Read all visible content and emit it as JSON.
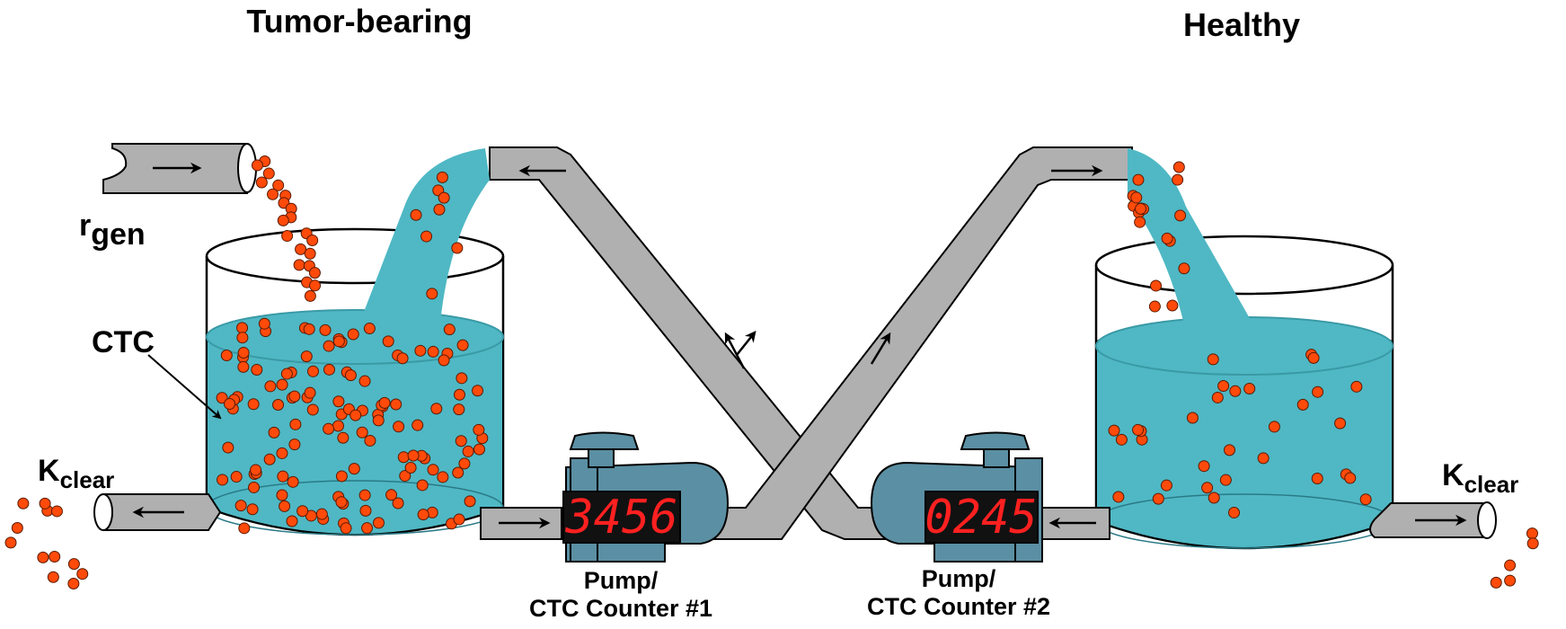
{
  "titles": {
    "left": "Tumor-bearing",
    "right": "Healthy"
  },
  "labels": {
    "r_gen_main": "r",
    "r_gen_sub": "gen",
    "ctc": "CTC",
    "k_clear_left_main": "K",
    "k_clear_left_sub": "clear",
    "k_clear_right_main": "K",
    "k_clear_right_sub": "clear"
  },
  "pumps": [
    {
      "line1": "Pump/",
      "line2": "CTC Counter #1",
      "count": "3456"
    },
    {
      "line1": "Pump/",
      "line2": "CTC Counter #2",
      "count": "0245"
    }
  ],
  "colors": {
    "fluid": "#4fb8c4",
    "fluid_dark": "#3a9aa6",
    "pipe": "#b0b0b0",
    "cell": "#ff4a0a",
    "pump": "#5b8fa3",
    "display_bg": "#111111",
    "display_digits": "#ff2020"
  }
}
